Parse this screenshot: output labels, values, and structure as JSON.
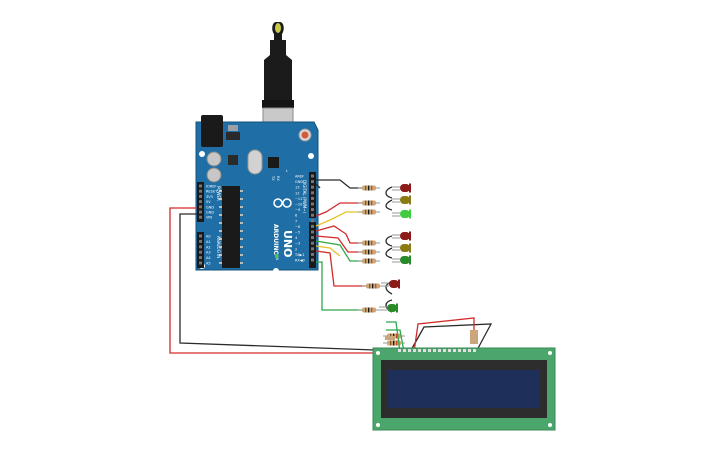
{
  "arduino": {
    "brand": "ARDUINO",
    "model": "UNO",
    "digital_header_label": "DIGITAL (PWM~)",
    "analog_header_label": "ANALOG IN",
    "power_header_label": "POWER",
    "board_color": "#1f6fa6",
    "pin_labels_right": [
      "AREF",
      "GND",
      "13",
      "12",
      "~11",
      "~10",
      "~9",
      "8",
      "7",
      "~6",
      "~5",
      "4",
      "~3",
      "2",
      "TX▶1",
      "RX◀0"
    ],
    "pin_labels_left": [
      "IOREF",
      "RESET",
      "3V3",
      "5V",
      "GND",
      "GND",
      "VIN",
      "A0",
      "A1",
      "A2",
      "A3",
      "A4",
      "A5"
    ],
    "tx_rx_labels": [
      "TX",
      "RX"
    ],
    "l_label": "L",
    "on_label": "ON"
  },
  "leds": [
    {
      "id": "led-red-1",
      "color": "#8b1a1a"
    },
    {
      "id": "led-yellow-1",
      "color": "#8a7a14"
    },
    {
      "id": "led-green-1",
      "color": "#3fcc3f"
    },
    {
      "id": "led-red-2",
      "color": "#8b1a1a"
    },
    {
      "id": "led-yellow-2",
      "color": "#8a7a14"
    },
    {
      "id": "led-green-2",
      "color": "#2a8a2a"
    },
    {
      "id": "led-red-3",
      "color": "#8b1a1a"
    },
    {
      "id": "led-green-3",
      "color": "#2a8a2a"
    }
  ],
  "lcd": {
    "board_color": "#4aa66a",
    "screen_color": "#1e2f5a",
    "bezel_color": "#2d2d2d",
    "pin_count": 16
  },
  "wire_colors": {
    "red": "#d42a2a",
    "black": "#2b2b2b",
    "yellow": "#e8c22a",
    "green": "#2fa84a"
  }
}
